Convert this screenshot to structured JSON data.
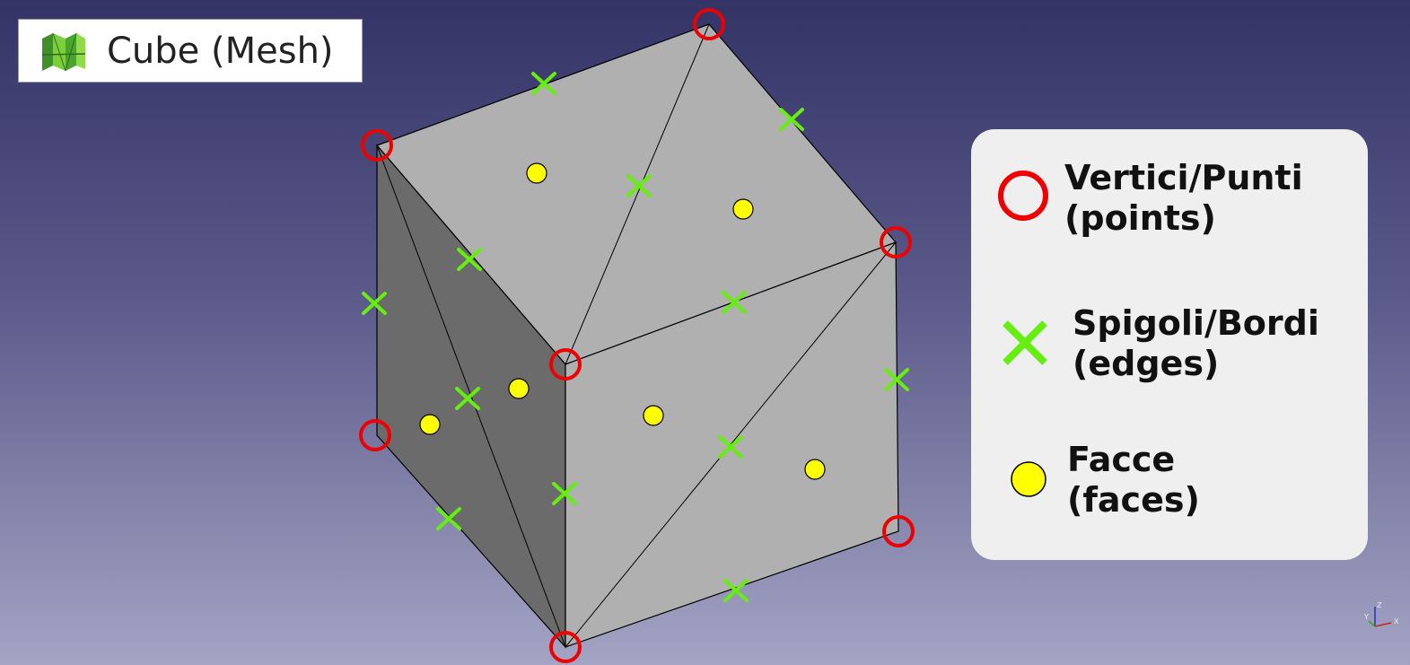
{
  "title": {
    "label": "Cube (Mesh)",
    "icon": "mesh-cube-icon"
  },
  "legend": {
    "items": [
      {
        "symbol": "red-circle",
        "label_line1": "Vertici/Punti",
        "label_line2": "(points)"
      },
      {
        "symbol": "green-cross",
        "label_line1": "Spigoli/Bordi",
        "label_line2": "(edges)"
      },
      {
        "symbol": "yellow-dot",
        "label_line1": "Facce",
        "label_line2": "(faces)"
      }
    ]
  },
  "axes": {
    "z": "Z",
    "y": "Y",
    "x": "X"
  },
  "colors": {
    "vertex_marker": "#ee0000",
    "edge_marker": "#66ee11",
    "face_marker": "#ffff00",
    "cube_light_face": "#b0b0b0",
    "cube_dark_face": "#6b6b6b",
    "background_top": "#333366",
    "background_bottom": "#a4a4c4"
  }
}
